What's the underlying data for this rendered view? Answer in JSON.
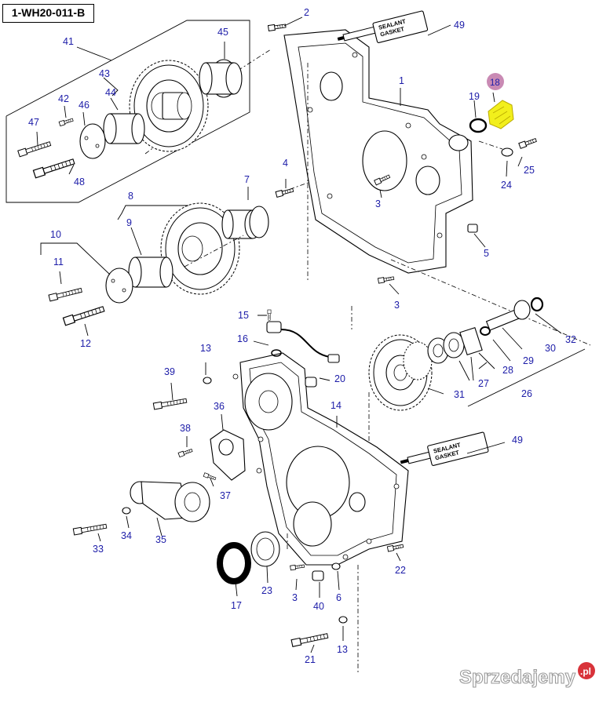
{
  "diagram": {
    "code": "1-WH20-011-B",
    "callouts": {
      "p1": "1",
      "p2": "2",
      "p3a": "3",
      "p3b": "3",
      "p3c": "3",
      "p4": "4",
      "p5": "5",
      "p6": "6",
      "p7": "7",
      "p8": "8",
      "p9": "9",
      "p10": "10",
      "p11": "11",
      "p12": "12",
      "p13a": "13",
      "p13b": "13",
      "p14": "14",
      "p15": "15",
      "p16": "16",
      "p17": "17",
      "p18": "18",
      "p19": "19",
      "p20": "20",
      "p21": "21",
      "p22": "22",
      "p23": "23",
      "p24": "24",
      "p25": "25",
      "p26": "26",
      "p27": "27",
      "p28": "28",
      "p29": "29",
      "p30": "30",
      "p31": "31",
      "p32": "32",
      "p33": "33",
      "p34": "34",
      "p35": "35",
      "p36": "36",
      "p37": "37",
      "p38": "38",
      "p39": "39",
      "p40": "40",
      "p41": "41",
      "p42": "42",
      "p43": "43",
      "p44": "44",
      "p45": "45",
      "p46": "46",
      "p47": "47",
      "p48": "48",
      "p49a": "49",
      "p49b": "49"
    },
    "sealant_tube": {
      "line1": "SEALANT",
      "line2": "GASKET"
    },
    "highlight_color": "#f2ef1c",
    "highlight_badge_color": "#c98ab4",
    "callout_color": "#1c1ca8"
  },
  "watermark": {
    "text": "Sprzedajemy",
    "badge": ".pl",
    "badge_color": "#d8333a"
  }
}
